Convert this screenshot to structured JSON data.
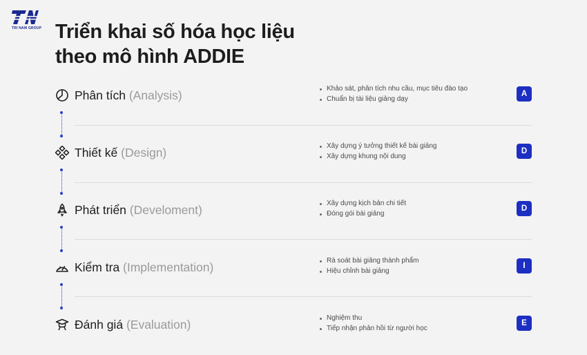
{
  "brand": {
    "logo_text": "TN",
    "logo_subtext": "TRI NAM GROUP",
    "accent_color": "#1d2fc2"
  },
  "title": {
    "line1": "Triển khai số hóa học liệu",
    "line2": "theo mô hình ADDIE"
  },
  "steps": [
    {
      "icon": "pie-chart-icon",
      "name": "Phân tích",
      "english": "(Analysis)",
      "letter": "A",
      "bullets": [
        "Khảo sát, phân tích nhu cầu, mục tiêu đào tạo",
        "Chuẩn bị tài liệu giảng dạy"
      ]
    },
    {
      "icon": "diamond-grid-icon",
      "name": "Thiết kế",
      "english": "(Design)",
      "letter": "D",
      "bullets": [
        "Xây dựng ý tưởng thiết kế bài giảng",
        "Xây dựng khung nội dung"
      ]
    },
    {
      "icon": "rocket-icon",
      "name": "Phát triển",
      "english": "(Develoment)",
      "letter": "D",
      "bullets": [
        "Xây dựng kịch bản chi tiết",
        "Đóng gói bài giảng"
      ]
    },
    {
      "icon": "gauge-icon",
      "name": "Kiểm tra",
      "english": "(Implementation)",
      "letter": "I",
      "bullets": [
        "Rà soát bài giảng thành phẩm",
        "Hiệu chỉnh bài giảng"
      ]
    },
    {
      "icon": "graduation-cap-icon",
      "name": "Đánh giá",
      "english": "(Evaluation)",
      "letter": "E",
      "bullets": [
        "Nghiệm thu",
        "Tiếp nhận phản hồi từ người học"
      ]
    }
  ]
}
